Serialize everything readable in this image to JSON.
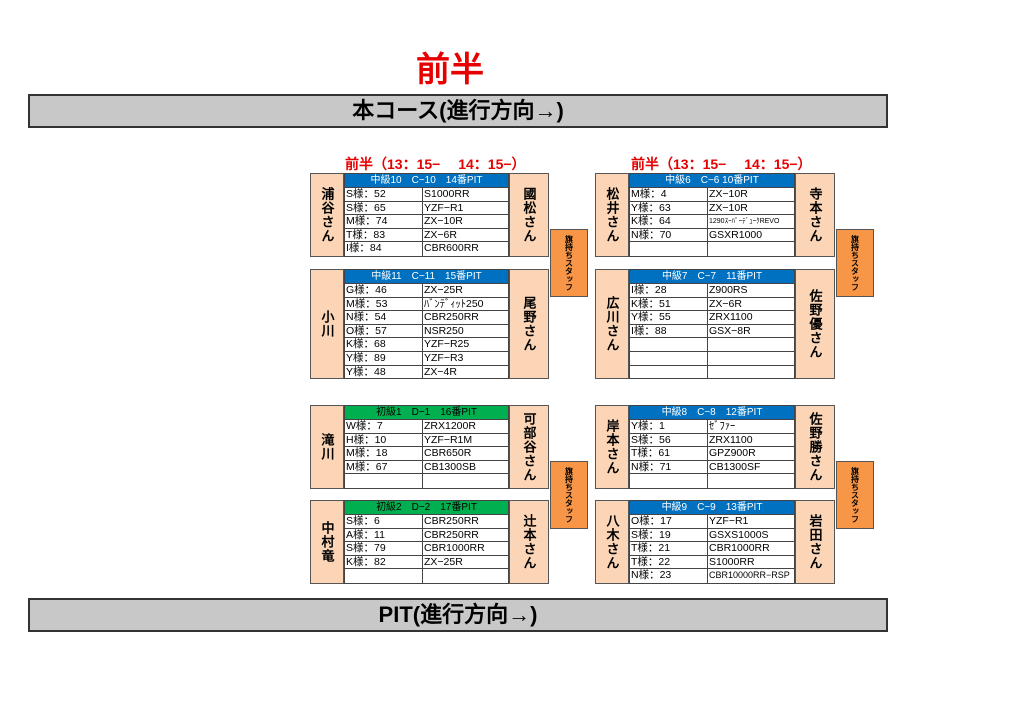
{
  "title": "前半",
  "course_bar": "本コース(進行方向→)",
  "pit_bar": "PIT(進行方向→)",
  "half_label_left": "前半（13：15−　 14：15−）",
  "half_label_right": "前半（13：15−　 14：15−）",
  "staff_label": "旗持ちスタッフ",
  "persons": {
    "p1": "浦谷さん",
    "p2": "國松さん",
    "p3": "小川",
    "p4": "尾野さん",
    "p5": "松井さん",
    "p6": "寺本さん",
    "p7": "広川さん",
    "p8": "佐野優さん",
    "p9": "滝川",
    "p10": "可部谷さん",
    "p11": "中村竜",
    "p12": "辻本さん",
    "p13": "岸本さん",
    "p14": "佐野勝さん",
    "p15": "八木さん",
    "p16": "岩田さん"
  },
  "tables": {
    "t1": {
      "header": "中級10　C−10　14番PIT",
      "rows": [
        [
          "S様：52",
          "S1000RR"
        ],
        [
          "S様：65",
          "YZF−R1"
        ],
        [
          "M様：74",
          "ZX−10R"
        ],
        [
          "T様：83",
          "ZX−6R"
        ],
        [
          "I様：84",
          "CBR600RR"
        ]
      ]
    },
    "t2": {
      "header": "中級11　C−11　15番PIT",
      "rows": [
        [
          "G様：46",
          "ZX−25R"
        ],
        [
          "M様：53",
          "ﾊﾞﾝﾃﾞｨｯﾄ250"
        ],
        [
          "N様：54",
          "CBR250RR"
        ],
        [
          "O様：57",
          "NSR250"
        ],
        [
          "K様：68",
          "YZF−R25"
        ],
        [
          "Y様：89",
          "YZF−R3"
        ],
        [
          "Y様：48",
          "ZX−4R"
        ]
      ]
    },
    "t3": {
      "header": "中級6　C−6 10番PIT",
      "rows": [
        [
          "M様：4",
          "ZX−10R"
        ],
        [
          "Y様：63",
          "ZX−10R"
        ],
        [
          "K様：64",
          "1290ｽｰﾊﾟｰﾃﾞｭｰｸREVO"
        ],
        [
          "N様：70",
          "GSXR1000"
        ]
      ]
    },
    "t4": {
      "header": "中級7　C−7　11番PIT",
      "rows": [
        [
          "I様：28",
          "Z900RS"
        ],
        [
          "K様：51",
          "ZX−6R"
        ],
        [
          "Y様：55",
          "ZRX1100"
        ],
        [
          "I様：88",
          "GSX−8R"
        ],
        [
          "",
          ""
        ],
        [
          "",
          ""
        ],
        [
          "",
          ""
        ]
      ]
    },
    "t5": {
      "header": "初級1　D−1　16番PIT",
      "rows": [
        [
          "W様：7",
          "ZRX1200R"
        ],
        [
          "H様：10",
          "YZF−R1M"
        ],
        [
          "M様：18",
          "CBR650R"
        ],
        [
          "M様：67",
          "CB1300SB"
        ],
        [
          "",
          ""
        ]
      ]
    },
    "t6": {
      "header": "初級2　D−2　17番PIT",
      "rows": [
        [
          "S様：6",
          "CBR250RR"
        ],
        [
          "A様：11",
          "CBR250RR"
        ],
        [
          "S様：79",
          "CBR1000RR"
        ],
        [
          "K様：82",
          "ZX−25R"
        ],
        [
          "",
          ""
        ]
      ]
    },
    "t7": {
      "header": "中級8　C−8　12番PIT",
      "rows": [
        [
          "Y様：1",
          "ｾﾞﾌｧｰ"
        ],
        [
          "S様：56",
          "ZRX1100"
        ],
        [
          "T様：61",
          "GPZ900R"
        ],
        [
          "N様：71",
          "CB1300SF"
        ],
        [
          "",
          ""
        ]
      ]
    },
    "t8": {
      "header": "中級9　C−9　13番PIT",
      "rows": [
        [
          "O様：17",
          "YZF−R1"
        ],
        [
          "S様：19",
          "GSXS1000S"
        ],
        [
          "T様：21",
          "CBR1000RR"
        ],
        [
          "T様：22",
          "S1000RR"
        ],
        [
          "N様：23",
          "CBR10000RR−RSP"
        ]
      ]
    }
  },
  "colors": {
    "title_red": "#e60000",
    "bar_gray": "#c8c8c8",
    "person_bg": "#fbd5b5",
    "staff_orange": "#f79646",
    "header_blue": "#0070c0",
    "header_green": "#00b050"
  }
}
